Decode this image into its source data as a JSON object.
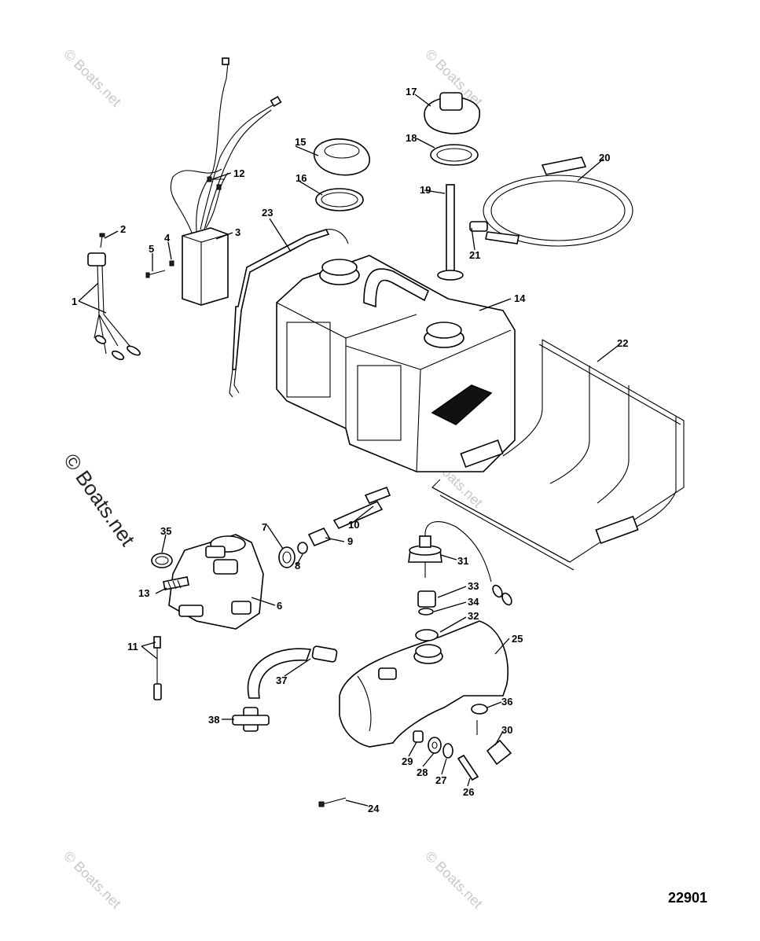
{
  "diagram_number": "22901",
  "watermark_text": "© Boats.net",
  "part_labels": {
    "p1": "1",
    "p2": "2",
    "p3": "3",
    "p4": "4",
    "p5": "5",
    "p6": "6",
    "p7": "7",
    "p8": "8",
    "p9": "9",
    "p10": "10",
    "p11": "11",
    "p12": "12",
    "p13": "13",
    "p14": "14",
    "p15": "15",
    "p16": "16",
    "p17": "17",
    "p18": "18",
    "p19": "19",
    "p20": "20",
    "p21": "21",
    "p22": "22",
    "p23": "23",
    "p24": "24",
    "p25": "25",
    "p26": "26",
    "p27": "27",
    "p28": "28",
    "p29": "29",
    "p30": "30",
    "p31": "31",
    "p32": "32",
    "p33": "33",
    "p34": "34",
    "p35": "35",
    "p36": "36",
    "p37": "37",
    "p38": "38"
  }
}
